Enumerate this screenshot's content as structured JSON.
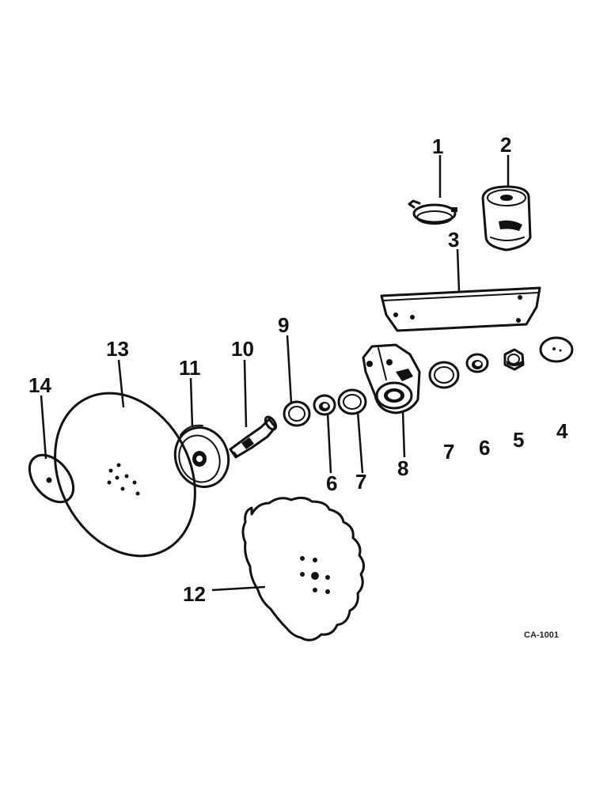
{
  "diagram": {
    "drawing_code": "CA-1001",
    "colors": {
      "ink": "#111111",
      "paper": "#ffffff"
    },
    "callouts": [
      {
        "id": "c1",
        "text": "1"
      },
      {
        "id": "c2",
        "text": "2"
      },
      {
        "id": "c3",
        "text": "3"
      },
      {
        "id": "c4",
        "text": "4"
      },
      {
        "id": "c5",
        "text": "5"
      },
      {
        "id": "c6a",
        "text": "6"
      },
      {
        "id": "c7a",
        "text": "7"
      },
      {
        "id": "c8",
        "text": "8"
      },
      {
        "id": "c7b",
        "text": "7"
      },
      {
        "id": "c6b",
        "text": "6"
      },
      {
        "id": "c9",
        "text": "9"
      },
      {
        "id": "c10",
        "text": "10"
      },
      {
        "id": "c11",
        "text": "11"
      },
      {
        "id": "c12",
        "text": "12"
      },
      {
        "id": "c13",
        "text": "13"
      },
      {
        "id": "c14",
        "text": "14"
      }
    ]
  }
}
